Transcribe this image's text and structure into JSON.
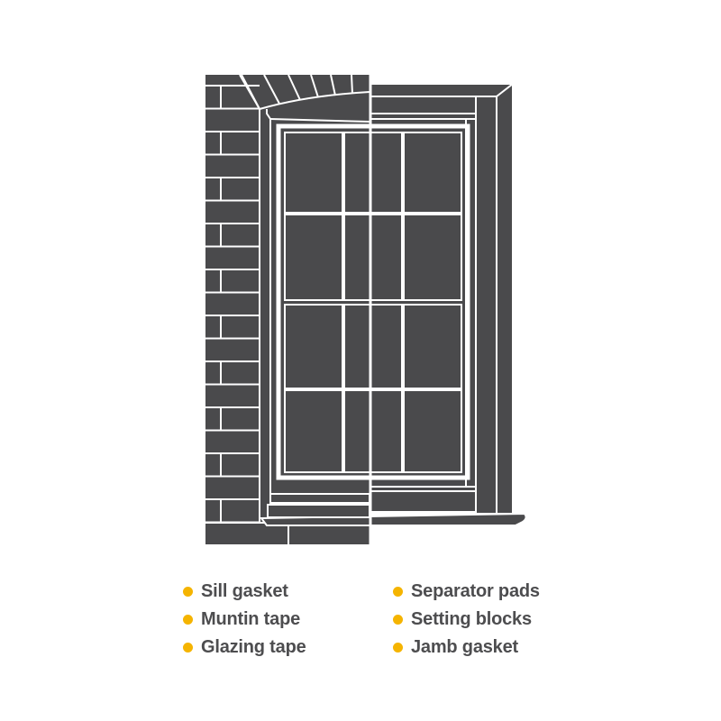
{
  "colors": {
    "wall": "#4a4a4c",
    "line": "#ffffff",
    "bullet": "#f5b400",
    "text": "#4d4d4f"
  },
  "legend": {
    "left": [
      "Sill gasket",
      "Muntin tape",
      "Glazing tape"
    ],
    "right": [
      "Separator pads",
      "Setting blocks",
      "Jamb gasket"
    ]
  }
}
